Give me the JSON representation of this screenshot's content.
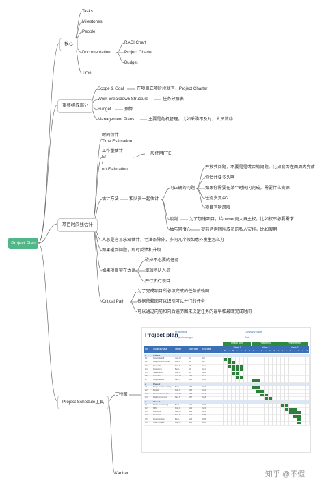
{
  "root": "Project Plan",
  "branches": {
    "core": {
      "label": "核心",
      "items": {
        "tasks": "Tasks",
        "milestones": "Milestones",
        "people": "People",
        "documentation": "Documentation",
        "time": "Time"
      },
      "documentation_children": {
        "raci": "RACI Chart",
        "charter": "Project Charter",
        "budget": "Budget"
      }
    },
    "components": {
      "label": "重要组成部分",
      "scope": "Scope & Goal",
      "scope_note": "在项目立项阶段就有，Project Charter",
      "wbs": "Work Breakdown Structure",
      "wbs_note": "任务分解表",
      "budget": "Budget",
      "budget_note": "预算",
      "mgmt": "Management Plans",
      "mgmt_note": "主要是危机管理，比如采购不及时，人员流动"
    },
    "estimation": {
      "label": "项目时间线估计",
      "time_est_1": "时间估计",
      "time_est_2": "Time Estimation",
      "effort_1": "工作量估计",
      "effort_2": "Ef",
      "effort_3": "f",
      "effort_4": "ort Estimation",
      "fte": "一般使用FTE",
      "method": "估计方法",
      "method_team": "和队员一起估计",
      "ask": "问正确的问题",
      "q1": "开放式问题，不要是是或否的问题，比如能否在两周内完成",
      "q2": "你估计要多久啊",
      "q3": "如果你需要在某个时间内完成，需要什么资源",
      "q4": "任务多复杂?",
      "q5": "项目有啥风险",
      "negotiate": "谈判",
      "negotiate_note": "为了加速项目，给owner更大自主权，比如权不必要需求",
      "sync": "抽与同惰心",
      "sync_note": "提前咨询团队成员的私人安排，比如假期",
      "note_optimism": "人总是容易乐观估计，老油条除外，多问几个假如意外发生怎么办",
      "note_delay": "如果碰到问题，即时反馈和升级",
      "too_long": "如果项目实在太紧",
      "tl1": "砍掉不必要的任务",
      "tl2": "增加团队人员",
      "tl3": "并行执行项目",
      "critical": "Critical Path",
      "cp1": "为了完成项目所必须完成的任务依赖图",
      "cp2": "根据依赖图可以识别可以并行的任务",
      "cp3": "可以通过向前和向后遍历图来决定任务的最早和最晚完成时间"
    },
    "schedule": {
      "label": "Project Schedule工具",
      "gantt": "甘特图",
      "kanban": "Kanban"
    }
  },
  "gantt_image": {
    "title": "Project plan",
    "meta": [
      "Project title",
      "Company name",
      "Project manager",
      "Date"
    ],
    "phase_headers": [
      "Phase one",
      "Phase two",
      "Phase three"
    ],
    "week_headers": [
      "Week 1",
      "Week 2",
      "Week 3"
    ],
    "columns": [
      "No.",
      "Summary task",
      "Owner",
      "Start date",
      "End date"
    ],
    "day_letters": "MTWTFSS",
    "phases": [
      {
        "name": "Phase 1",
        "rows": [
          {
            "no": "1.1",
            "task": "Project kickoff",
            "owner": "Jane M.",
            "start": "4/7",
            "end": "4/8",
            "bar": [
              0,
              2
            ]
          },
          {
            "no": "1.2",
            "task": "Project charter review",
            "owner": "Mike R.",
            "start": "4/8",
            "end": "4/9",
            "bar": [
              1,
              2
            ]
          },
          {
            "no": "1.3",
            "task": "Research",
            "owner": "Pam S.",
            "start": "4/8",
            "end": "4/11",
            "bar": [
              1,
              4
            ]
          },
          {
            "no": "1.4",
            "task": "Projections",
            "owner": "Ben L.",
            "start": "4/9",
            "end": "4/11",
            "bar": [
              2,
              3
            ]
          },
          {
            "no": "1.5",
            "task": "Stakeholders",
            "owner": "Mike R.",
            "start": "4/9",
            "end": "4/10",
            "bar": [
              2,
              2
            ]
          },
          {
            "no": "1.6",
            "task": "Guidelines",
            "owner": "Jane M.",
            "start": "4/10",
            "end": "4/11",
            "bar": [
              3,
              2
            ]
          },
          {
            "no": "1.7",
            "task": "Project kickoff",
            "owner": "Pam S.",
            "start": "4/14",
            "end": "4/15",
            "bar": [
              7,
              2
            ]
          }
        ]
      },
      {
        "name": "Phase 2",
        "rows": [
          {
            "no": "2.1",
            "task": "Scope and goal setting",
            "owner": "Ben L.",
            "start": "4/14",
            "end": "4/15",
            "bar": [
              7,
              2
            ]
          },
          {
            "no": "2.2",
            "task": "Budget",
            "owner": "Mike R.",
            "start": "4/15",
            "end": "4/16",
            "bar": [
              8,
              2
            ]
          },
          {
            "no": "2.3",
            "task": "Communication plan",
            "owner": "Jane M.",
            "start": "4/16",
            "end": "4/17",
            "bar": [
              9,
              2
            ]
          },
          {
            "no": "2.4",
            "task": "Risk management",
            "owner": "Pam S.",
            "start": "4/17",
            "end": "4/18",
            "bar": [
              10,
              2
            ]
          }
        ]
      },
      {
        "name": "Phase 3",
        "rows": [
          {
            "no": "3.1",
            "task": "Status and tracking",
            "owner": "Ben L.",
            "start": "4/21",
            "end": "4/22",
            "bar": [
              14,
              2
            ]
          },
          {
            "no": "3.2",
            "task": "KPIs",
            "owner": "Mike R.",
            "start": "4/22",
            "end": "4/24",
            "bar": [
              15,
              3
            ]
          },
          {
            "no": "3.3",
            "task": "Monitoring",
            "owner": "Jane M.",
            "start": "4/23",
            "end": "4/25",
            "bar": [
              16,
              3
            ]
          },
          {
            "no": "3.4",
            "task": "Forecasts",
            "owner": "Pam S.",
            "start": "4/24",
            "end": "4/25",
            "bar": [
              17,
              2
            ]
          },
          {
            "no": "3.5",
            "task": "Project updates",
            "owner": "Ben L.",
            "start": "4/25",
            "end": "4/25",
            "bar": [
              18,
              1
            ]
          },
          {
            "no": "3.6",
            "task": "Chart updates",
            "owner": "Mike R.",
            "start": "4/25",
            "end": "4/25",
            "bar": [
              18,
              1
            ]
          }
        ]
      }
    ]
  },
  "watermark": "知乎 @不假",
  "colors": {
    "root": "#52b788",
    "line": "#6b6b6b",
    "gantt_bar": "#2f7d3a",
    "gantt_phase_bg": "#2e8b3e",
    "gantt_header": "#3b6fb6",
    "gantt_phase_row": "#dbe7f5"
  }
}
